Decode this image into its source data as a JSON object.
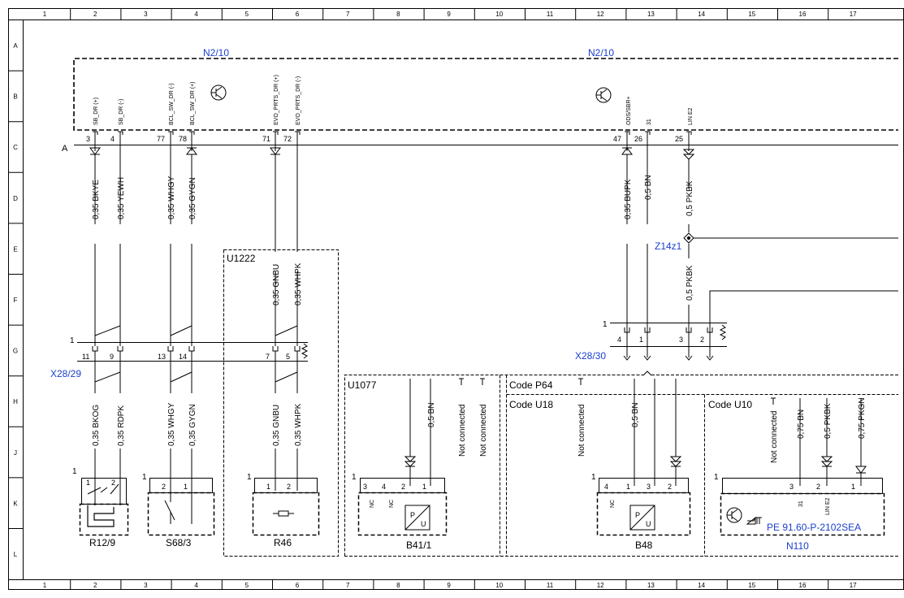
{
  "colors": {
    "line": "#000000",
    "frame": "#000000",
    "blue": "#1a3fcf",
    "white": "#ffffff"
  },
  "frame": {
    "columns": [
      "1",
      "2",
      "3",
      "4",
      "5",
      "6",
      "7",
      "8",
      "9",
      "10",
      "11",
      "12",
      "13",
      "14",
      "15",
      "16",
      "17"
    ],
    "rows": [
      "A",
      "B",
      "C",
      "D",
      "E",
      "F",
      "G",
      "H",
      "J",
      "K",
      "L"
    ]
  },
  "labels": {
    "n2_10_left": "N2/10",
    "n2_10_right": "N2/10",
    "bus_letter": "A",
    "u1222": "U1222",
    "x28_29": "X28/29",
    "x28_30": "X28/30",
    "z14z1": "Z14z1",
    "u1077": "U1077",
    "code_p64": "Code P64",
    "code_u18": "Code U18",
    "code_u10": "Code U10",
    "r12_9": "R12/9",
    "s68_3": "S68/3",
    "r46": "R46",
    "b41_1": "B41/1",
    "b48": "B48",
    "n110": "N110",
    "pe_ref": "PE 91.60-P-2102SEA",
    "one_x28_29": "1",
    "one_x28_30": "1",
    "one_r12": "1",
    "one_s68": "1",
    "one_r46": "1",
    "one_b41": "1",
    "one_b48": "1",
    "one_n110": "1"
  },
  "pins_top": [
    {
      "sig": "SB_DR (+)",
      "num": "3"
    },
    {
      "sig": "SB_DR (-)",
      "num": "4"
    },
    {
      "sig": "BCL_SW_DR (-)",
      "num": "77"
    },
    {
      "sig": "BCL_SW_DR (+)",
      "num": "78"
    },
    {
      "sig": "EVO_PRTS_DR (+)",
      "num": "71"
    },
    {
      "sig": "EVO_PRTS_DR (-)",
      "num": "72"
    },
    {
      "sig": "ODS/SBR+",
      "num": "47"
    },
    {
      "sig": "31",
      "num": "26"
    },
    {
      "sig": "LIN E2",
      "num": "25"
    }
  ],
  "wires_upper": [
    "0,35 BKYE",
    "0,35 YEWH",
    "0,35 WHGY",
    "0,35 GYGN",
    "0,35 GNBU",
    "0,35 WHPK",
    "0,35 BUPK",
    "0,5 BN",
    "0,5 PKBK",
    "0,5 PKBK"
  ],
  "x28_29_pins": [
    "11",
    "9",
    "13",
    "14",
    "7",
    "5"
  ],
  "x28_30_pins": [
    "4",
    "1",
    "3",
    "2"
  ],
  "wires_lower": [
    "0,35 BKOG",
    "0,35 RDPK",
    "0,35 WHGY",
    "0,35 GYGN",
    "0,35 GNBU",
    "0,35 WHPK"
  ],
  "u1077_wires": [
    "0,5 BN",
    "Not connected",
    "Not connected"
  ],
  "p64_wires": [
    "Not connected",
    "0,5 BN"
  ],
  "u10_wires": [
    "Not connected",
    "0,75 BN",
    "0,5 PKBK",
    "0,75 PKGN"
  ],
  "comp_pins": {
    "r12_9": [
      "1",
      "2"
    ],
    "s68_3": [
      "2",
      "1"
    ],
    "r46": [
      "1",
      "2"
    ],
    "b41_1": [
      "3",
      "4",
      "2",
      "1"
    ],
    "b41_1_nc": [
      "NC",
      "NC"
    ],
    "b48": [
      "4",
      "1",
      "3",
      "2"
    ],
    "b48_nc": "NC",
    "n110": [
      "3",
      "2",
      "1"
    ],
    "n110_sig": [
      "31",
      "LIN E2"
    ]
  },
  "sensor_letters": {
    "p": "P",
    "u": "U"
  }
}
